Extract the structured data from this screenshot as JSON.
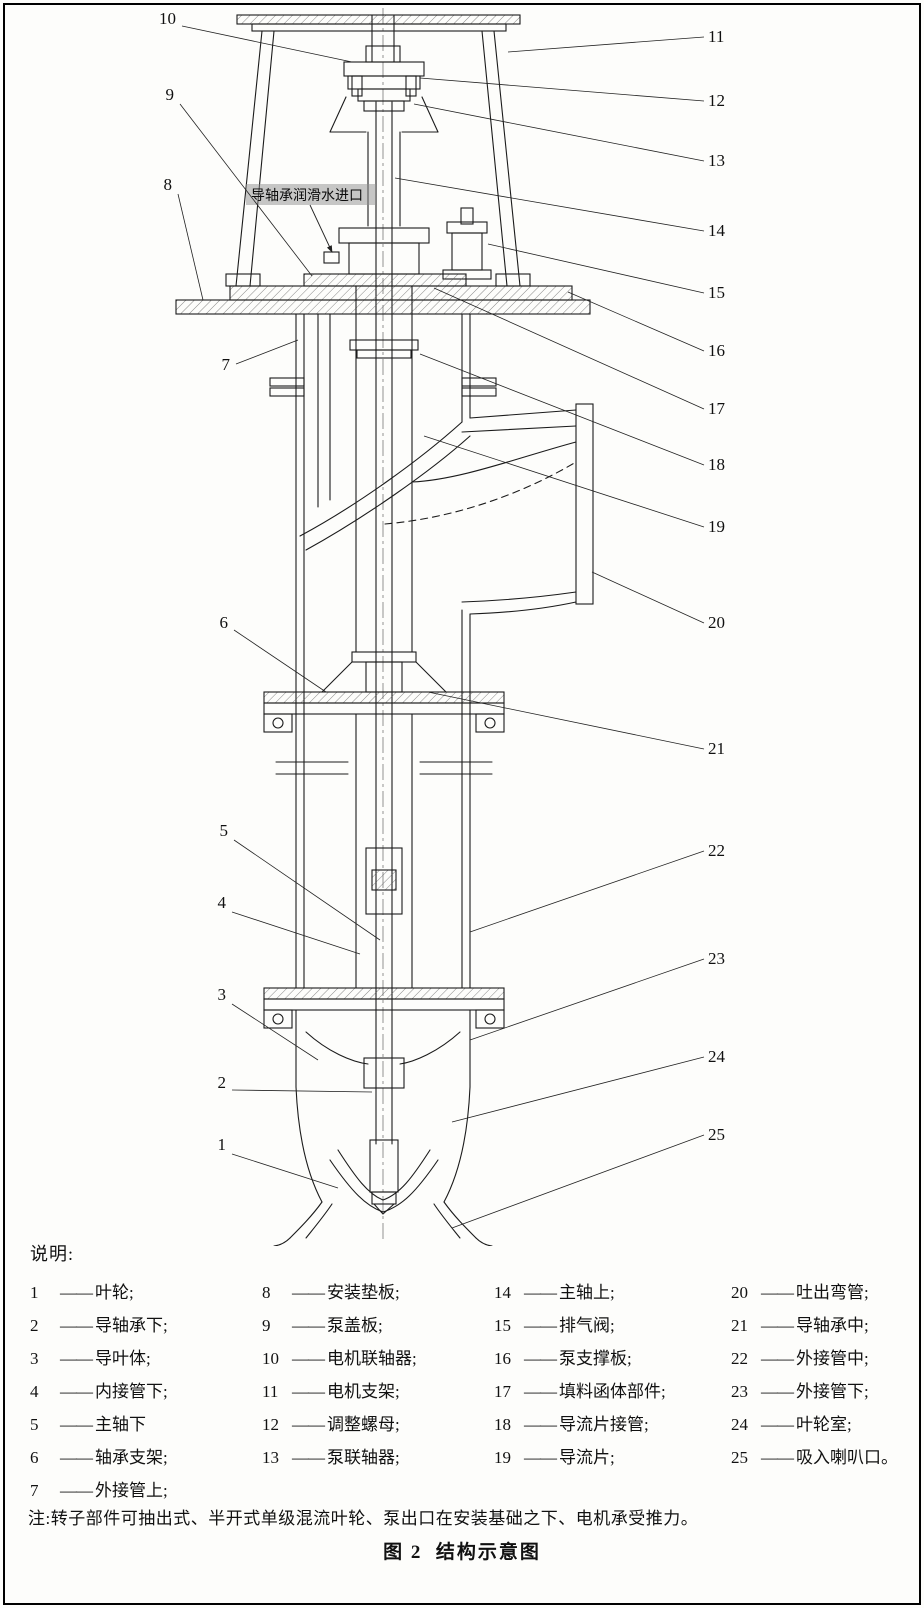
{
  "drawing": {
    "inline_label": "导轴承润滑水进口",
    "callouts_left": [
      "10",
      "9",
      "8",
      "7",
      "6",
      "5",
      "4",
      "3",
      "2",
      "1"
    ],
    "callouts_right": [
      "11",
      "12",
      "13",
      "14",
      "15",
      "16",
      "17",
      "18",
      "19",
      "20",
      "21",
      "22",
      "23",
      "24",
      "25"
    ]
  },
  "legend": {
    "heading": "说明:",
    "separator": "——",
    "columns": [
      [
        {
          "num": "1",
          "name": "叶轮;"
        },
        {
          "num": "2",
          "name": "导轴承下;"
        },
        {
          "num": "3",
          "name": "导叶体;"
        },
        {
          "num": "4",
          "name": "内接管下;"
        },
        {
          "num": "5",
          "name": "主轴下"
        },
        {
          "num": "6",
          "name": "轴承支架;"
        },
        {
          "num": "7",
          "name": "外接管上;"
        }
      ],
      [
        {
          "num": "8",
          "name": "安装垫板;"
        },
        {
          "num": "9",
          "name": "泵盖板;"
        },
        {
          "num": "10",
          "name": "电机联轴器;"
        },
        {
          "num": "11",
          "name": "电机支架;"
        },
        {
          "num": "12",
          "name": "调整螺母;"
        },
        {
          "num": "13",
          "name": "泵联轴器;"
        }
      ],
      [
        {
          "num": "14",
          "name": "主轴上;"
        },
        {
          "num": "15",
          "name": "排气阀;"
        },
        {
          "num": "16",
          "name": "泵支撑板;"
        },
        {
          "num": "17",
          "name": "填料函体部件;"
        },
        {
          "num": "18",
          "name": "导流片接管;"
        },
        {
          "num": "19",
          "name": "导流片;"
        }
      ],
      [
        {
          "num": "20",
          "name": "吐出弯管;"
        },
        {
          "num": "21",
          "name": "导轴承中;"
        },
        {
          "num": "22",
          "name": "外接管中;"
        },
        {
          "num": "23",
          "name": "外接管下;"
        },
        {
          "num": "24",
          "name": "叶轮室;"
        },
        {
          "num": "25",
          "name": "吸入喇叭口。"
        }
      ]
    ]
  },
  "note": "注:转子部件可抽出式、半开式单级混流叶轮、泵出口在安装基础之下、电机承受推力。",
  "title": "图 2  结构示意图"
}
